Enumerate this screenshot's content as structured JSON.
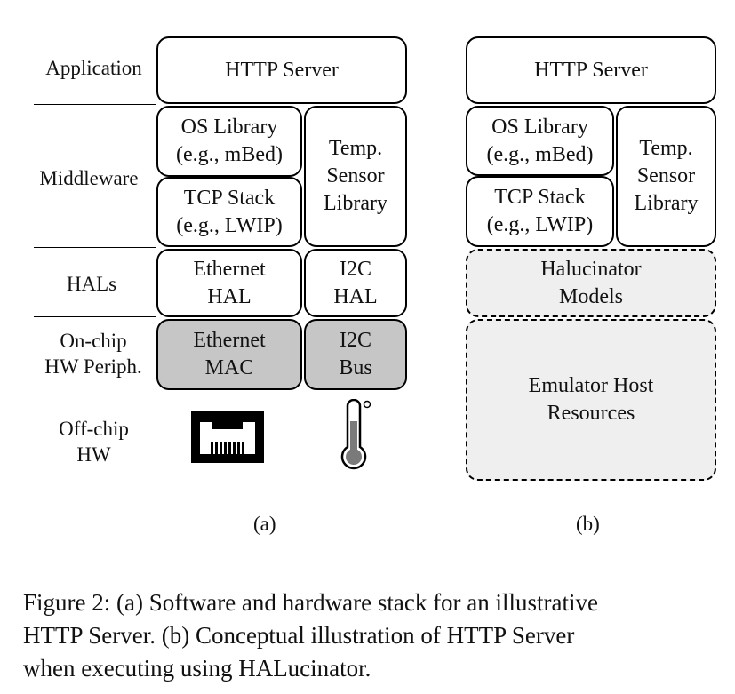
{
  "layers": {
    "application": "Application",
    "middleware": "Middleware",
    "hals": "HALs",
    "onchip": [
      "On-chip",
      "HW Periph."
    ],
    "offchip": [
      "Off-chip",
      "HW"
    ]
  },
  "panel_a": {
    "http_server": "HTTP Server",
    "os_library": [
      "OS Library",
      "(e.g., mBed)"
    ],
    "tcp_stack": [
      "TCP Stack",
      "(e.g., LWIP)"
    ],
    "temp_sensor_library": [
      "Temp.",
      "Sensor",
      "Library"
    ],
    "ethernet_hal": [
      "Ethernet",
      "HAL"
    ],
    "i2c_hal": [
      "I2C",
      "HAL"
    ],
    "ethernet_mac": [
      "Ethernet",
      "MAC"
    ],
    "i2c_bus": [
      "I2C",
      "Bus"
    ],
    "label": "(a)"
  },
  "panel_b": {
    "http_server": "HTTP Server",
    "os_library": [
      "OS Library",
      "(e.g., mBed)"
    ],
    "tcp_stack": [
      "TCP Stack",
      "(e.g., LWIP)"
    ],
    "temp_sensor_library": [
      "Temp.",
      "Sensor",
      "Library"
    ],
    "halucinator_models": [
      "Halucinator",
      "Models"
    ],
    "emulator_host": [
      "Emulator Host",
      "Resources"
    ],
    "label": "(b)"
  },
  "icons": [
    "ethernet-port-icon",
    "thermometer-icon"
  ],
  "caption": [
    "Figure 2: (a) Software and hardware stack for an illustrative",
    "HTTP Server. (b) Conceptual illustration of HTTP Server",
    "when executing using HALucinator."
  ]
}
